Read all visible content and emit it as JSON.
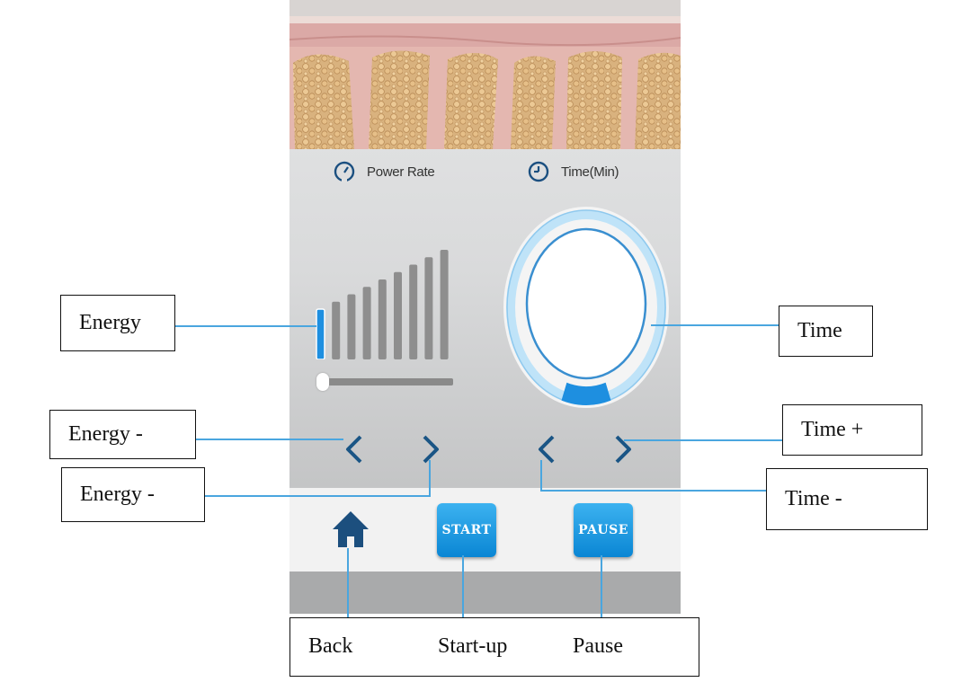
{
  "header": {
    "power_rate_label": "Power Rate",
    "time_label": "Time(Min)"
  },
  "energy": {
    "bar_count": 9,
    "active_bars": 1,
    "level_fraction": 0.0
  },
  "timer": {
    "fill_fraction": 0.1
  },
  "buttons": {
    "start_label": "START",
    "pause_label": "PAUSE"
  },
  "callouts": {
    "energy": "Energy",
    "energy_minus_1": "Energy -",
    "energy_minus_2": "Energy -",
    "time": "Time",
    "time_plus": "Time +",
    "time_minus": "Time -"
  },
  "legend": {
    "back": "Back",
    "startup": "Start-up",
    "pause": "Pause"
  },
  "colors": {
    "accent": "#1e8fe0",
    "bar_inactive": "#8e8e8e",
    "callout_line": "#4aa6df"
  },
  "icons": {
    "power_rate": "gauge-icon",
    "time": "clock-icon",
    "home": "home-icon"
  }
}
